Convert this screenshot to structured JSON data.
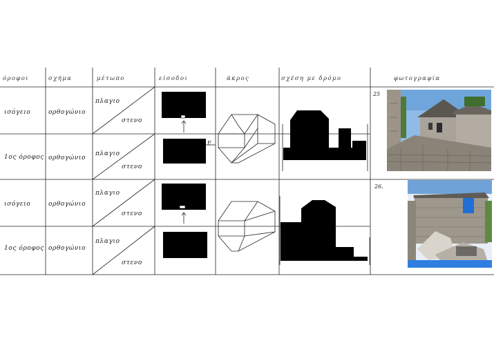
{
  "table": {
    "headers": [
      "όροφοι",
      "σχήμα",
      "μέτωπο",
      "είσοδοι",
      "άκρος",
      "σχέση με δρόμο",
      "φωτογραφία"
    ],
    "rows": [
      {
        "floor": "ισόγειο",
        "shape": "ορθογώνιο",
        "front_top": "πλαγιο",
        "front_bottom": "στενο"
      },
      {
        "floor": "1ος όροφος",
        "shape": "ορθογώνιο",
        "front_top": "πλαγιο",
        "front_bottom": "στενο"
      },
      {
        "floor": "ισόγειο",
        "shape": "ορθογώνιο",
        "front_top": "πλαγιο",
        "front_bottom": "στενο"
      },
      {
        "floor": "1ος όροφος",
        "shape": "ορθογώνιο",
        "front_top": "πλαγιο",
        "front_bottom": "στενο"
      }
    ],
    "photo_numbers": [
      "25",
      "26."
    ],
    "entry_mark": "Ε"
  },
  "colors": {
    "ink": "#222222",
    "fill": "#000000",
    "sky": "#7fb0e0",
    "stone": "#9a9288",
    "shutter": "#1f6fd6",
    "tarp": "#2e7fe0"
  }
}
